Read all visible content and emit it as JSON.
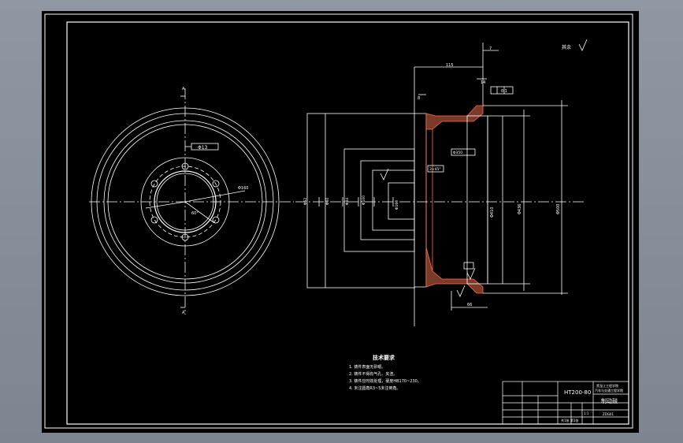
{
  "drawing": {
    "corner_note": "其余",
    "front_view": {
      "labels": {
        "bolt_circle": "Φ13",
        "bore": "Φ160",
        "angle": "60°",
        "section_top": "A",
        "section_bottom": "A"
      }
    },
    "section_view": {
      "dims": {
        "top_length": "115",
        "top_right": "7",
        "flange_thk": "14",
        "tolerance_frame": "0.1",
        "wall": "8",
        "chamfer": "3×45°",
        "inner_depth": "Φ350",
        "inner_dia": "Φ410",
        "mid_dia": "Φ436",
        "outer_dia": "Φ500",
        "bottom_len": "66",
        "left_dims": [
          "Φ52",
          "Φ60",
          "Φ84",
          "Φ100",
          "Φ160"
        ]
      }
    },
    "tech_requirements": {
      "title": "技术要求",
      "items": [
        "1. 铸件表面无砂眼。",
        "2. 铸件不得有气孔、夹渣。",
        "3. 铸件应时效处理，硬度HB170~230。",
        "4. 未注圆角R3~5未注倒角。"
      ]
    },
    "title_block": {
      "material": "HT200-80",
      "school_line1": "黑龙江工程学院",
      "school_line2": "汽车与交通工程学院",
      "part_name": "制动鼓",
      "drawing_no": "ZDG01",
      "scale": "1:1",
      "sheet": "共1张 第1张"
    }
  }
}
